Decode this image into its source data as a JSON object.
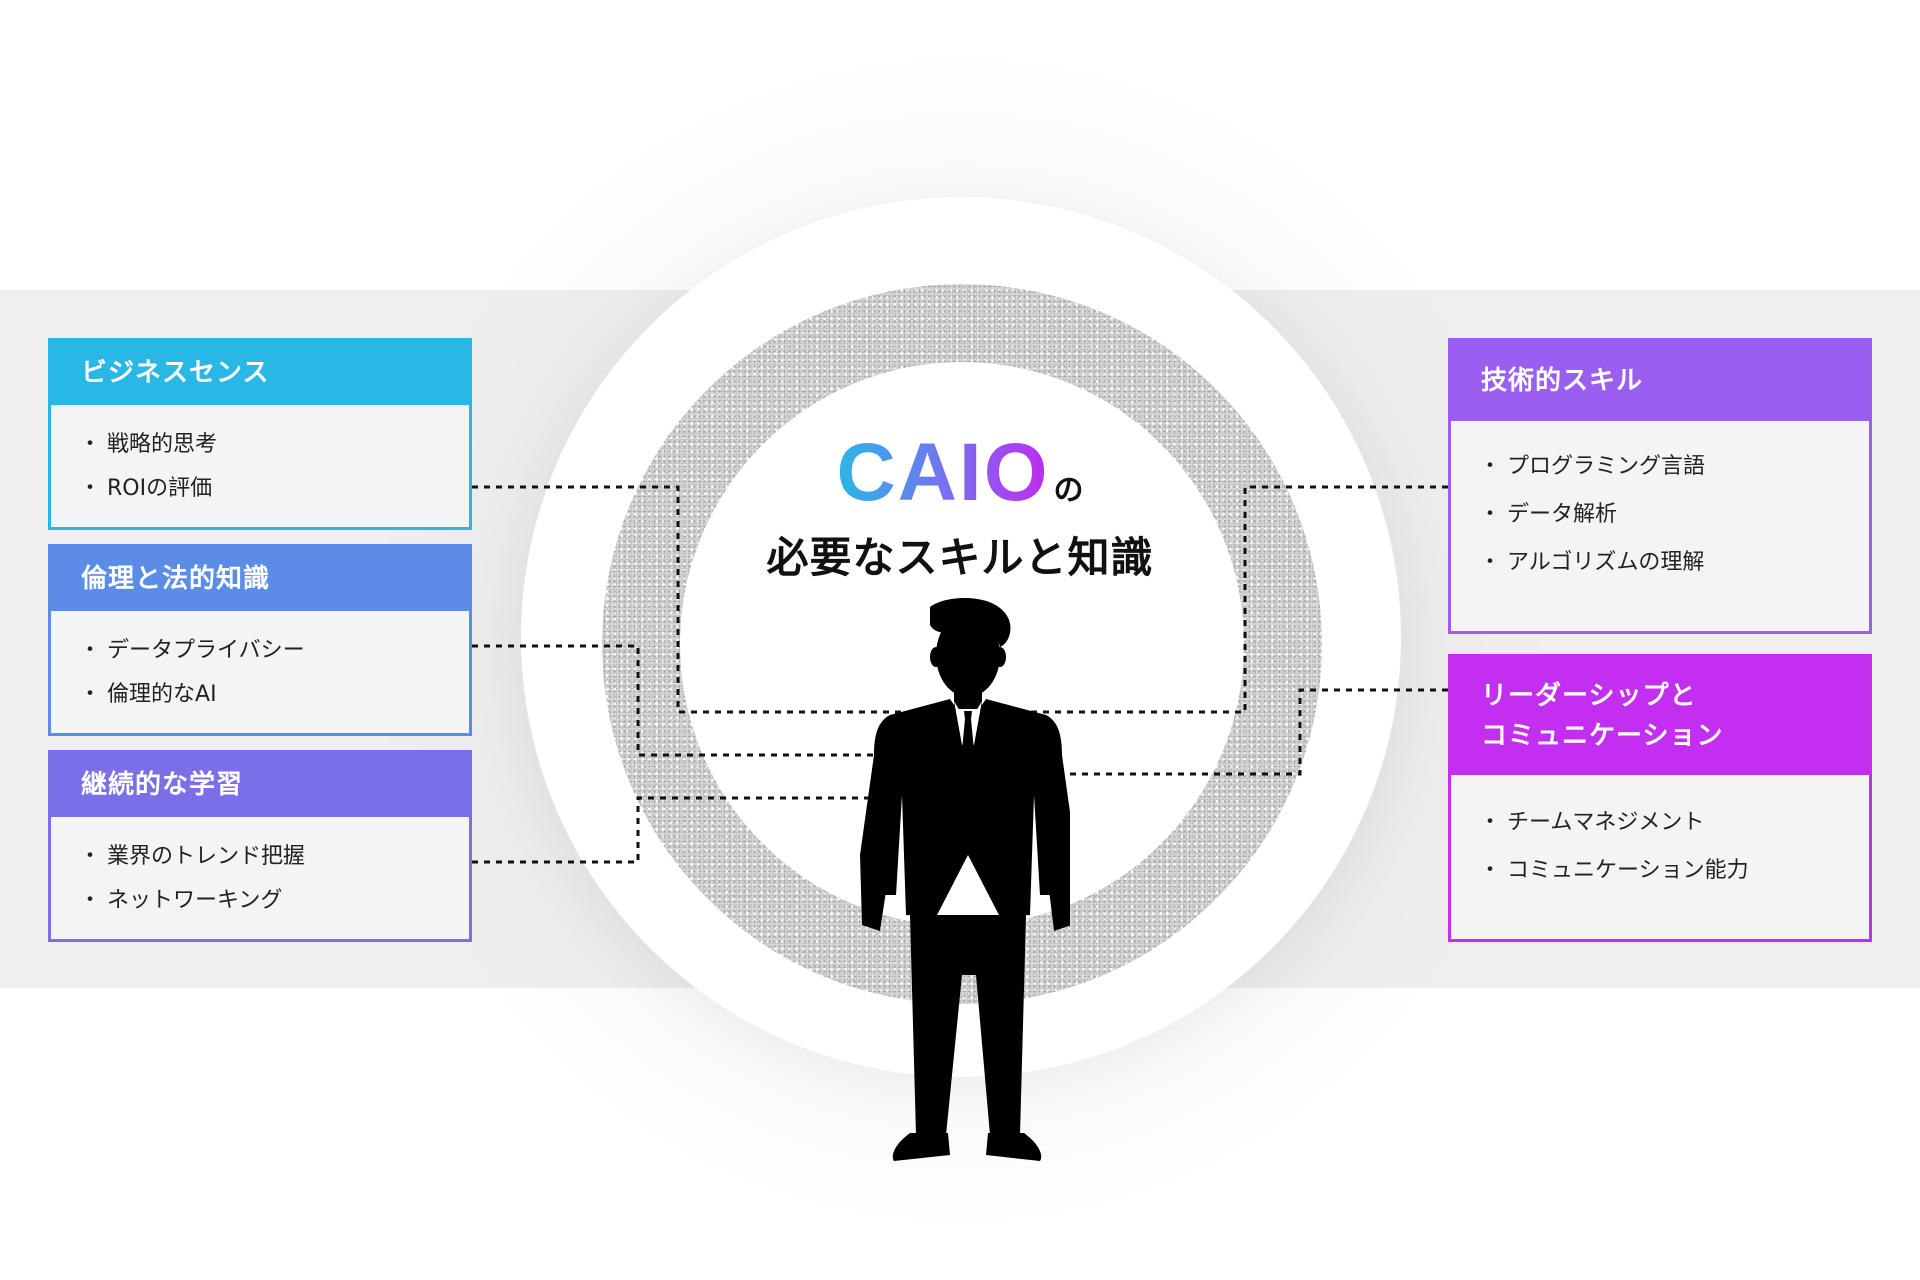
{
  "center": {
    "title_main": "CAIO",
    "title_particle": "の",
    "subtitle": "必要なスキルと知識"
  },
  "cards": [
    {
      "title": "ビジネスセンス",
      "items": [
        "戦略的思考",
        "ROIの評価"
      ],
      "color": "#29b8e5"
    },
    {
      "title": "倫理と法的知識",
      "items": [
        "データプライバシー",
        "倫理的なAI"
      ],
      "color": "#5b8de8"
    },
    {
      "title": "継続的な学習",
      "items": [
        "業界のトレンド把握",
        "ネットワーキング"
      ],
      "color": "#7b6fe8"
    },
    {
      "title": "技術的スキル",
      "items": [
        "プログラミング言語",
        "データ解析",
        "アルゴリズムの理解"
      ],
      "color": "#9a5ff0"
    },
    {
      "title": "リーダーシップと\nコミュニケーション",
      "items": [
        "チームマネジメント",
        "コミュニケーション能力"
      ],
      "color": "#c22ff0"
    }
  ],
  "colors": {
    "band": "#efefef",
    "text": "#111111",
    "gradient": [
      "#2ab7e6",
      "#7b6cf0",
      "#c12af0"
    ]
  },
  "icons": {
    "person": "businessman-silhouette-icon",
    "bullet": "・"
  }
}
